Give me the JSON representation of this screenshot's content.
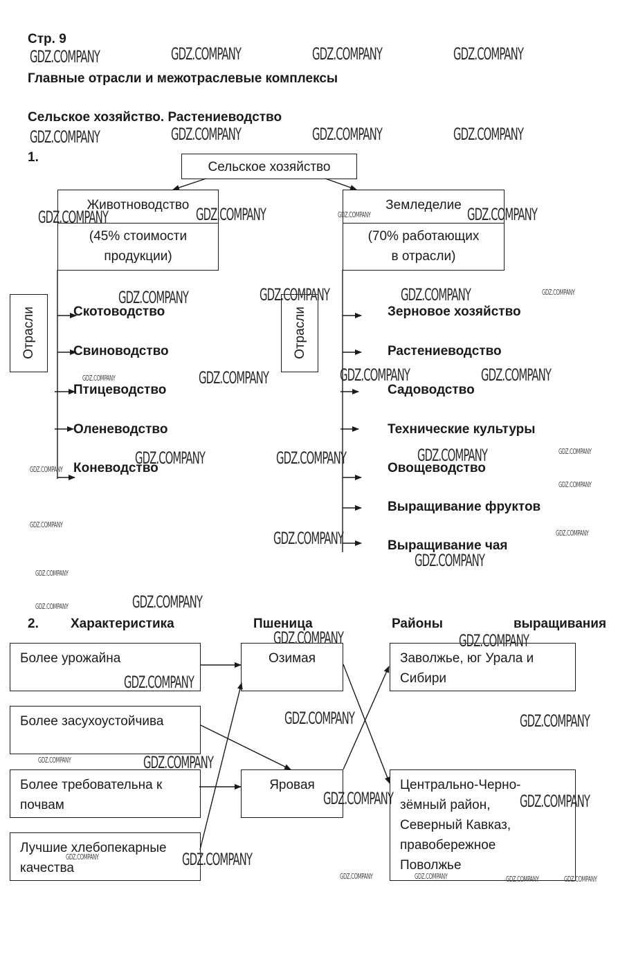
{
  "page_label": "Стр. 9",
  "section_title": "Главные отрасли и межотраслевые комплексы",
  "subsection_title": "Сельское хозяйство. Растениеводство",
  "task1": {
    "number": "1.",
    "root": "Сельское хозяйство",
    "left": {
      "title": "Животноводство",
      "note_line1": "(45% стоимости",
      "note_line2": "продукции)",
      "branches_label": "Отрасли",
      "branches": [
        "Скотоводство",
        "Свиноводство",
        "Птицеводство",
        "Оленеводство",
        "Коневодство"
      ]
    },
    "right": {
      "title": "Земледелие",
      "note_line1": "(70% работающих",
      "note_line2": "в отрасли)",
      "branches_label": "Отрасли",
      "branches": [
        "Зерновое хозяйство",
        "Растениеводство",
        "Садоводство",
        "Технические культуры",
        "Овощеводство",
        "Выращивание фруктов",
        "Выращивание чая"
      ]
    }
  },
  "task2": {
    "number": "2.",
    "headers": {
      "characteristic": "Характеристика",
      "wheat": "Пшеница",
      "regions_word1": "Районы",
      "regions_word2": "выращивания"
    },
    "characteristics": [
      {
        "line1": "Более урожайна",
        "line2": ""
      },
      {
        "line1": "Более засухоустойчива",
        "line2": ""
      },
      {
        "line1": "Более требовательна к",
        "line2": "почвам"
      },
      {
        "line1": "Лучшие хлебопекарные",
        "line2": "качества"
      }
    ],
    "wheat_types": [
      "Озимая",
      "Яровая"
    ],
    "regions": [
      {
        "lines": [
          "Заволжье, юг Урала и",
          "Сибири"
        ]
      },
      {
        "lines": [
          "Центрально-Черно-",
          "зёмный район,",
          "Северный Кавказ,",
          "правобережное",
          "Поволжье"
        ]
      }
    ],
    "links": [
      {
        "from": "Более урожайна",
        "to": "Озимая"
      },
      {
        "from": "Более засухоустойчива",
        "to": "Яровая"
      },
      {
        "from": "Более требовательна к почвам",
        "to": "Яровая"
      },
      {
        "from": "Лучшие хлебопекарные качества",
        "to": "Озимая"
      },
      {
        "from": "Озимая",
        "to": "Центрально-Черноземный район, Северный Кавказ, правобережное Поволжье"
      },
      {
        "from": "Яровая",
        "to": "Заволжье, юг Урала и Сибири"
      }
    ]
  },
  "watermark": "GDZ.COMPANY"
}
